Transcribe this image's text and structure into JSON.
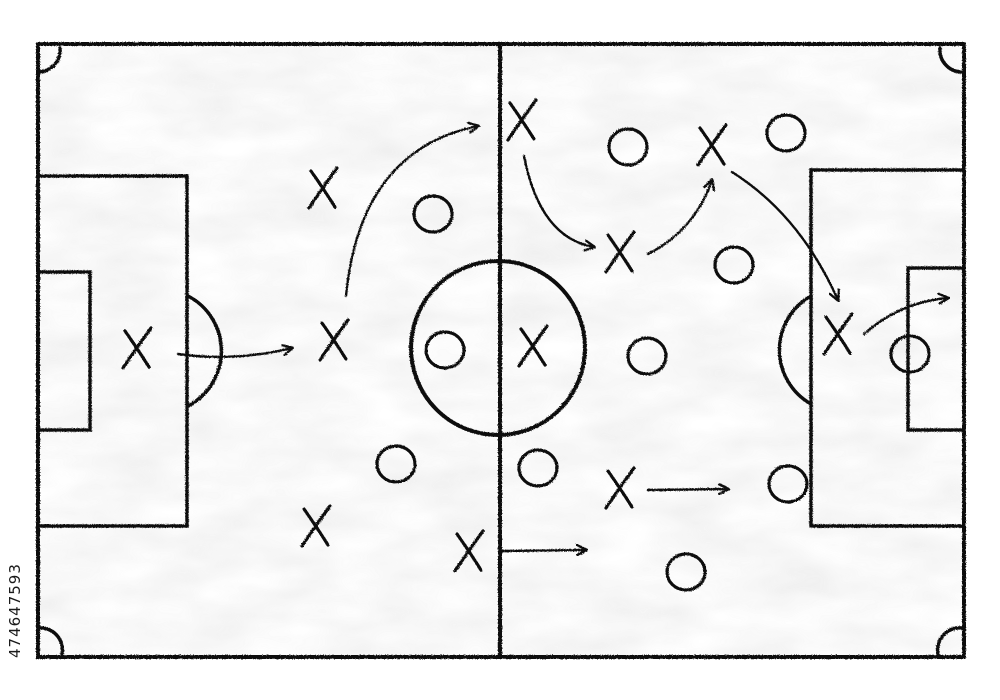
{
  "board": {
    "background": "#ffffff",
    "wash_color": "#e6e6e6",
    "ink_color": "#111111"
  },
  "watermark": {
    "side_id": "474647593"
  },
  "markers": {
    "team_x": [
      "player-x"
    ],
    "team_o": [
      "player-o"
    ]
  }
}
